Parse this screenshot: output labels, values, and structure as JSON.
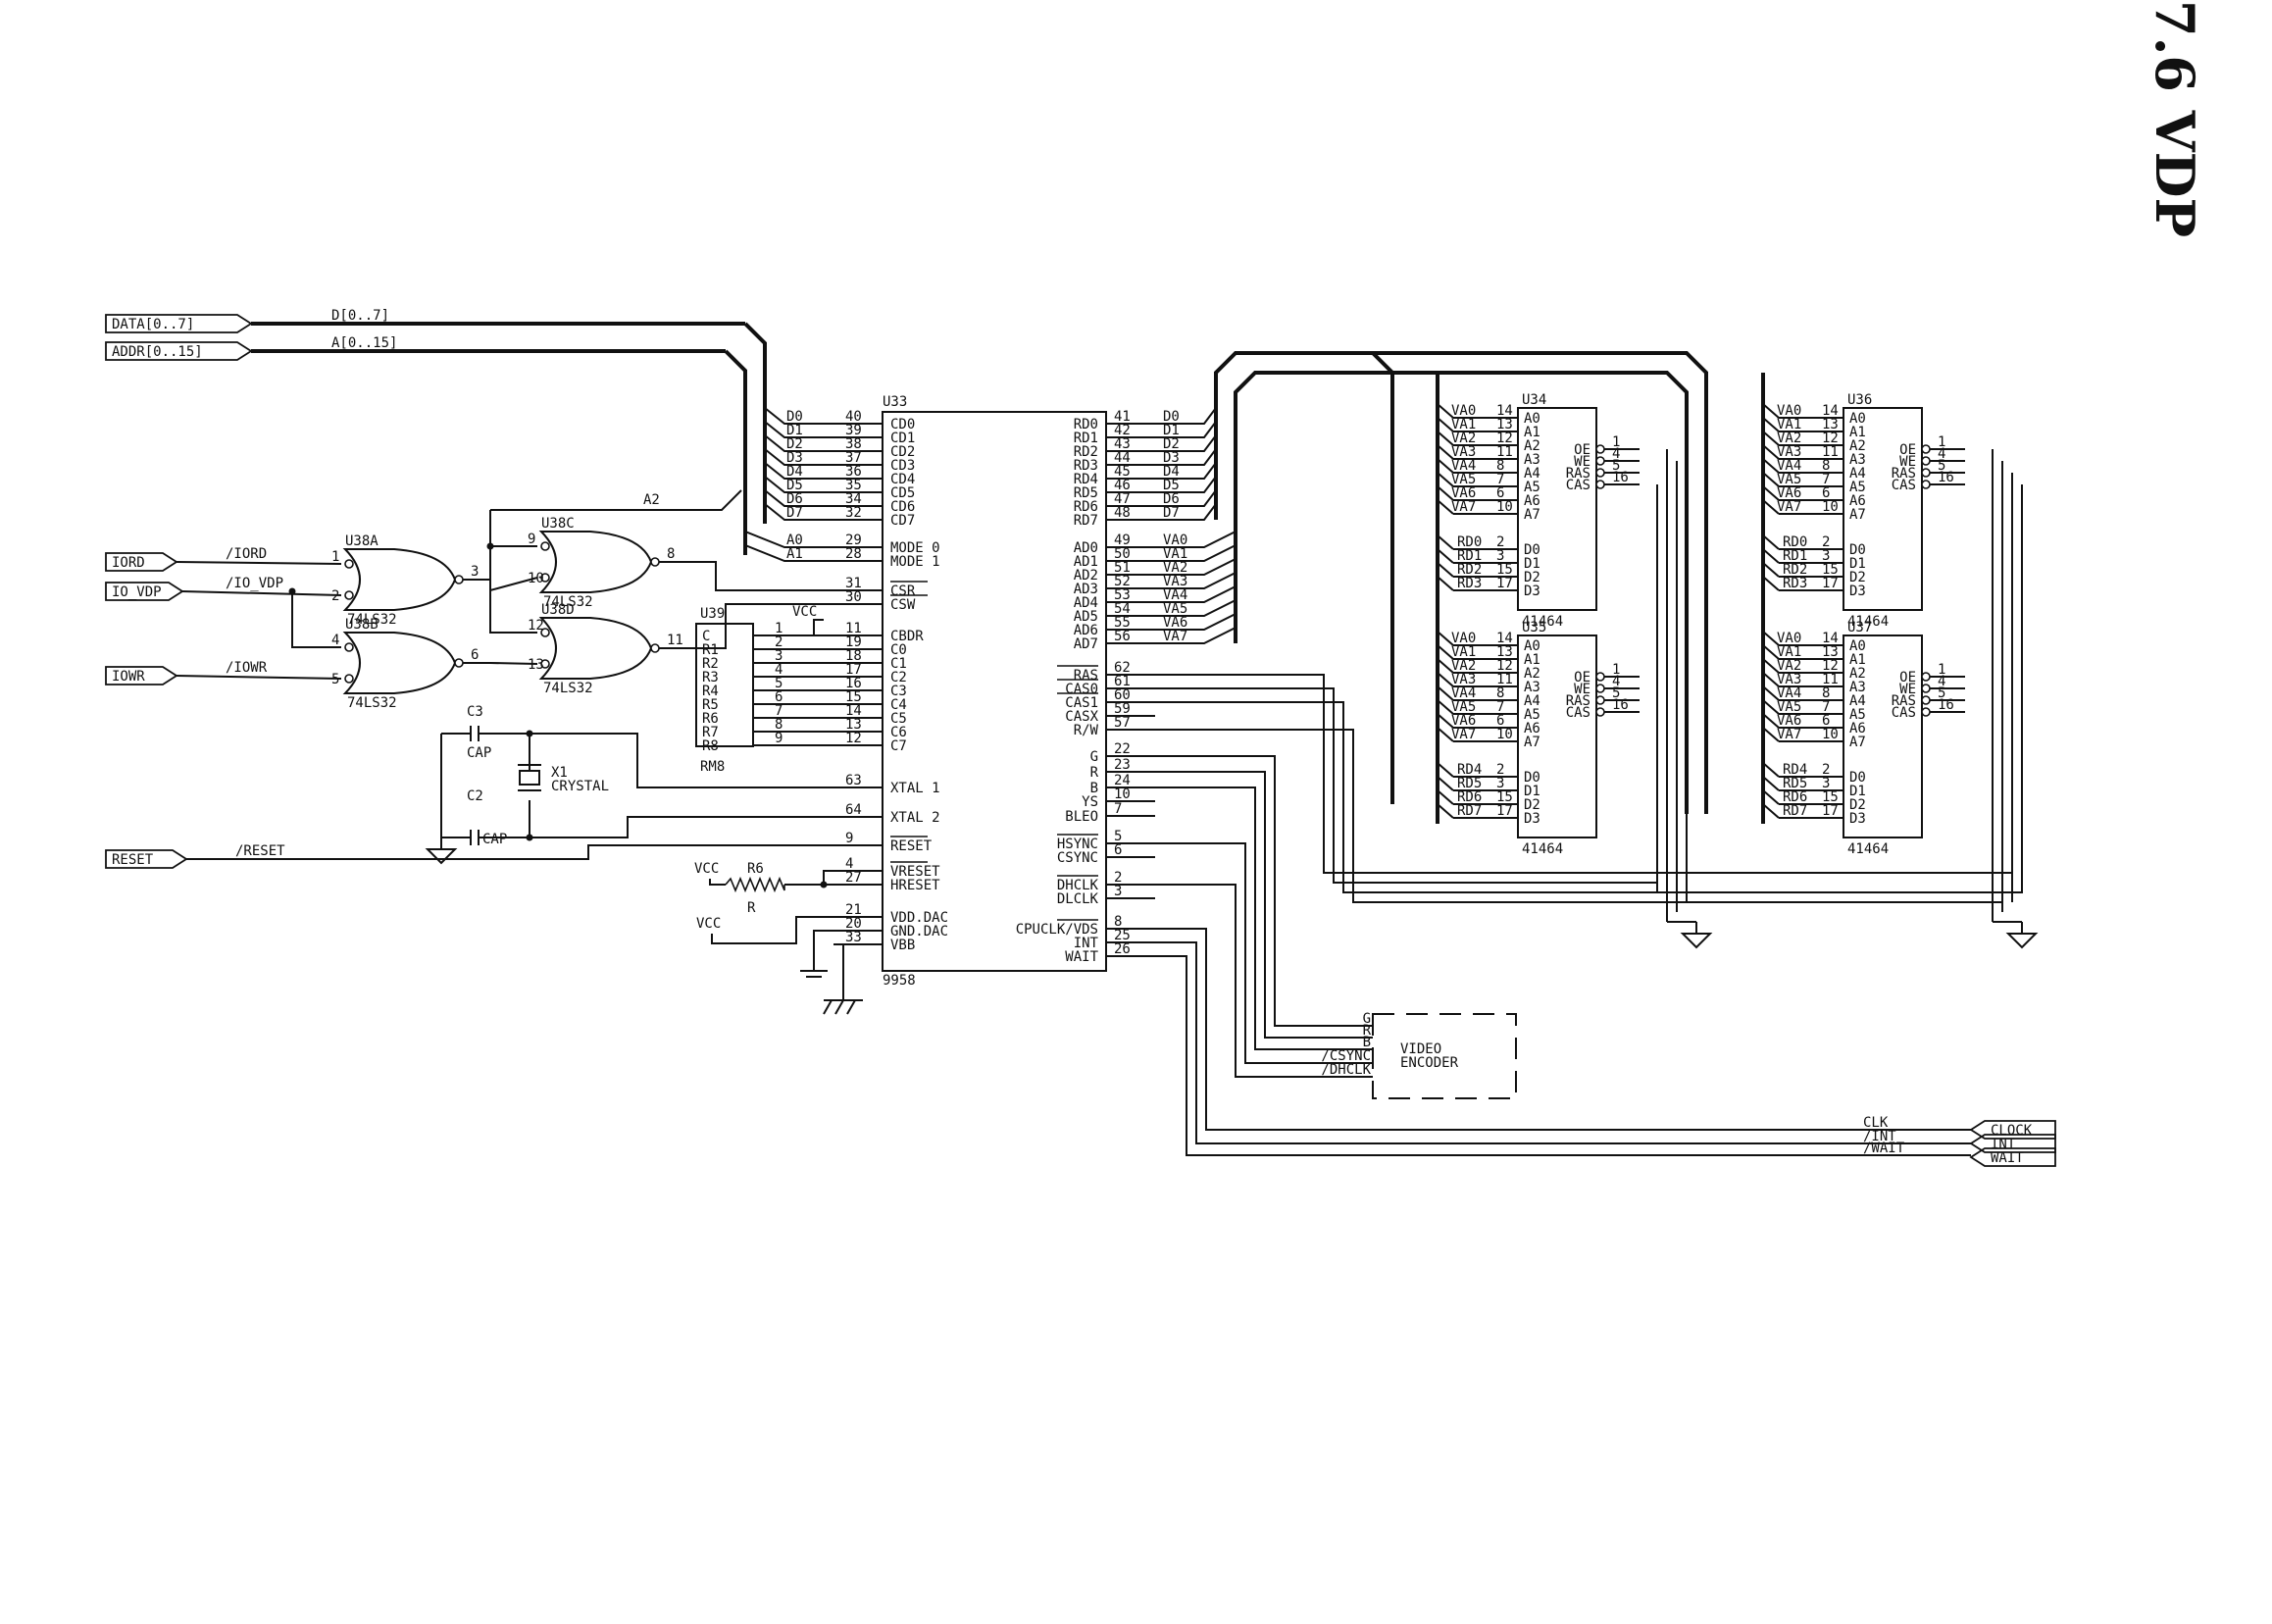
{
  "title": "7.6 VDP",
  "ports": {
    "data": "DATA[0..7]",
    "addr": "ADDR[0..15]",
    "iord": "IORD",
    "io_vdp": "IO_VDP",
    "iowr": "IOWR",
    "reset": "RESET",
    "clock": "CLOCK",
    "int": "INT",
    "wait": "WAIT"
  },
  "nets": {
    "d_bus": "D[0..7]",
    "a_bus": "A[0..15]",
    "a2": "A2",
    "iord": "/IORD",
    "io_vdp": "/IO_VDP",
    "iowr": "/IOWR",
    "reset": "/RESET",
    "clk": "CLK",
    "int": "/INT",
    "wait": "/WAIT",
    "vcc": "VCC",
    "csync": "/CSYNC",
    "dhclk": "/DHCLK"
  },
  "parts": {
    "u38a": {
      "ref": "U38A",
      "type": "74LS32"
    },
    "u38b": {
      "ref": "U38B",
      "type": "74LS32"
    },
    "u38c": {
      "ref": "U38C",
      "type": "74LS32"
    },
    "u38d": {
      "ref": "U38D",
      "type": "74LS32"
    },
    "u39": {
      "ref": "U39",
      "type": "RM8"
    },
    "c3": {
      "ref": "C3",
      "type": "CAP"
    },
    "c2": {
      "ref": "C2",
      "type": "CAP"
    },
    "x1": {
      "ref": "X1",
      "type": "CRYSTAL"
    },
    "r6": {
      "ref": "R6"
    },
    "r": {
      "ref": "R"
    },
    "u33": {
      "ref": "U33",
      "type": "9958"
    },
    "u34": {
      "ref": "U34",
      "type": "41464"
    },
    "u35": {
      "ref": "U35",
      "type": "41464"
    },
    "u36": {
      "ref": "U36",
      "type": "41464"
    },
    "u37": {
      "ref": "U37",
      "type": "41464"
    },
    "encoder": {
      "label1": "VIDEO",
      "label2": "ENCODER"
    }
  },
  "u33_left": [
    {
      "pin": "40",
      "name": "CD0",
      "net": "D0"
    },
    {
      "pin": "39",
      "name": "CD1",
      "net": "D1"
    },
    {
      "pin": "38",
      "name": "CD2",
      "net": "D2"
    },
    {
      "pin": "37",
      "name": "CD3",
      "net": "D3"
    },
    {
      "pin": "36",
      "name": "CD4",
      "net": "D4"
    },
    {
      "pin": "35",
      "name": "CD5",
      "net": "D5"
    },
    {
      "pin": "34",
      "name": "CD6",
      "net": "D6"
    },
    {
      "pin": "32",
      "name": "CD7",
      "net": "D7"
    },
    {
      "pin": "29",
      "name": "MODE 0",
      "net": "A0"
    },
    {
      "pin": "28",
      "name": "MODE 1",
      "net": "A1"
    },
    {
      "pin": "31",
      "name": "CSR",
      "net": ""
    },
    {
      "pin": "30",
      "name": "CSW",
      "net": ""
    },
    {
      "pin": "11",
      "name": "CBDR",
      "net": ""
    },
    {
      "pin": "19",
      "name": "C0",
      "net": ""
    },
    {
      "pin": "18",
      "name": "C1",
      "net": ""
    },
    {
      "pin": "17",
      "name": "C2",
      "net": ""
    },
    {
      "pin": "16",
      "name": "C3",
      "net": ""
    },
    {
      "pin": "15",
      "name": "C4",
      "net": ""
    },
    {
      "pin": "14",
      "name": "C5",
      "net": ""
    },
    {
      "pin": "13",
      "name": "C6",
      "net": ""
    },
    {
      "pin": "12",
      "name": "C7",
      "net": ""
    },
    {
      "pin": "63",
      "name": "XTAL 1",
      "net": ""
    },
    {
      "pin": "64",
      "name": "XTAL 2",
      "net": ""
    },
    {
      "pin": "9",
      "name": "RESET",
      "net": ""
    },
    {
      "pin": "4",
      "name": "VRESET",
      "net": ""
    },
    {
      "pin": "27",
      "name": "HRESET",
      "net": ""
    },
    {
      "pin": "21",
      "name": "VDD.DAC",
      "net": ""
    },
    {
      "pin": "20",
      "name": "GND.DAC",
      "net": ""
    },
    {
      "pin": "33",
      "name": "VBB",
      "net": ""
    }
  ],
  "u33_right": [
    {
      "pin": "41",
      "name": "RD0",
      "net": "D0"
    },
    {
      "pin": "42",
      "name": "RD1",
      "net": "D1"
    },
    {
      "pin": "43",
      "name": "RD2",
      "net": "D2"
    },
    {
      "pin": "44",
      "name": "RD3",
      "net": "D3"
    },
    {
      "pin": "45",
      "name": "RD4",
      "net": "D4"
    },
    {
      "pin": "46",
      "name": "RD5",
      "net": "D5"
    },
    {
      "pin": "47",
      "name": "RD6",
      "net": "D6"
    },
    {
      "pin": "48",
      "name": "RD7",
      "net": "D7"
    },
    {
      "pin": "49",
      "name": "AD0",
      "net": "VA0"
    },
    {
      "pin": "50",
      "name": "AD1",
      "net": "VA1"
    },
    {
      "pin": "51",
      "name": "AD2",
      "net": "VA2"
    },
    {
      "pin": "52",
      "name": "AD3",
      "net": "VA3"
    },
    {
      "pin": "53",
      "name": "AD4",
      "net": "VA4"
    },
    {
      "pin": "54",
      "name": "AD5",
      "net": "VA5"
    },
    {
      "pin": "55",
      "name": "AD6",
      "net": "VA6"
    },
    {
      "pin": "56",
      "name": "AD7",
      "net": "VA7"
    },
    {
      "pin": "62",
      "name": "RAS",
      "net": ""
    },
    {
      "pin": "61",
      "name": "CAS0",
      "net": ""
    },
    {
      "pin": "60",
      "name": "CAS1",
      "net": ""
    },
    {
      "pin": "59",
      "name": "CASX",
      "net": ""
    },
    {
      "pin": "57",
      "name": "R/W",
      "net": ""
    },
    {
      "pin": "22",
      "name": "G",
      "net": ""
    },
    {
      "pin": "23",
      "name": "R",
      "net": ""
    },
    {
      "pin": "24",
      "name": "B",
      "net": ""
    },
    {
      "pin": "10",
      "name": "YS",
      "net": ""
    },
    {
      "pin": "7",
      "name": "BLEO",
      "net": ""
    },
    {
      "pin": "5",
      "name": "HSYNC",
      "net": ""
    },
    {
      "pin": "6",
      "name": "CSYNC",
      "net": ""
    },
    {
      "pin": "2",
      "name": "DHCLK",
      "net": ""
    },
    {
      "pin": "3",
      "name": "DLCLK",
      "net": ""
    },
    {
      "pin": "8",
      "name": "CPUCLK/VDS",
      "net": ""
    },
    {
      "pin": "25",
      "name": "INT",
      "net": ""
    },
    {
      "pin": "26",
      "name": "WAIT",
      "net": ""
    }
  ],
  "u39_pins": [
    {
      "name": "C",
      "pin": "1"
    },
    {
      "name": "R1",
      "pin": "2"
    },
    {
      "name": "R2",
      "pin": "3"
    },
    {
      "name": "R3",
      "pin": "4"
    },
    {
      "name": "R4",
      "pin": "5"
    },
    {
      "name": "R5",
      "pin": "6"
    },
    {
      "name": "R6",
      "pin": "7"
    },
    {
      "name": "R7",
      "pin": "8"
    },
    {
      "name": "R8",
      "pin": "9"
    }
  ],
  "gates": {
    "u38a": {
      "in1": "1",
      "in2": "2",
      "out": "3"
    },
    "u38b": {
      "in1": "4",
      "in2": "5",
      "out": "6"
    },
    "u38c": {
      "in1": "9",
      "in2": "10",
      "out": "8"
    },
    "u38d": {
      "in1": "12",
      "in2": "13",
      "out": "11"
    }
  },
  "dram_addr": [
    {
      "net": "VA0",
      "pin": "14",
      "name": "A0"
    },
    {
      "net": "VA1",
      "pin": "13",
      "name": "A1"
    },
    {
      "net": "VA2",
      "pin": "12",
      "name": "A2"
    },
    {
      "net": "VA3",
      "pin": "11",
      "name": "A3"
    },
    {
      "net": "VA4",
      "pin": "8",
      "name": "A4"
    },
    {
      "net": "VA5",
      "pin": "7",
      "name": "A5"
    },
    {
      "net": "VA6",
      "pin": "6",
      "name": "A6"
    },
    {
      "net": "VA7",
      "pin": "10",
      "name": "A7"
    }
  ],
  "dram_data_pins": [
    {
      "pin": "2",
      "name": "D0"
    },
    {
      "pin": "3",
      "name": "D1"
    },
    {
      "pin": "15",
      "name": "D2"
    },
    {
      "pin": "17",
      "name": "D3"
    }
  ],
  "dram_ctrl": [
    {
      "name": "OE",
      "pin": "1"
    },
    {
      "name": "WE",
      "pin": "4"
    },
    {
      "name": "RAS",
      "pin": "5"
    },
    {
      "name": "CAS",
      "pin": "16"
    }
  ],
  "dram_data_nets_low": [
    "RD0",
    "RD1",
    "RD2",
    "RD3"
  ],
  "dram_data_nets_high": [
    "RD4",
    "RD5",
    "RD6",
    "RD7"
  ],
  "encoder_inputs": [
    "G",
    "R",
    "B",
    "/CSYNC",
    "/DHCLK"
  ]
}
